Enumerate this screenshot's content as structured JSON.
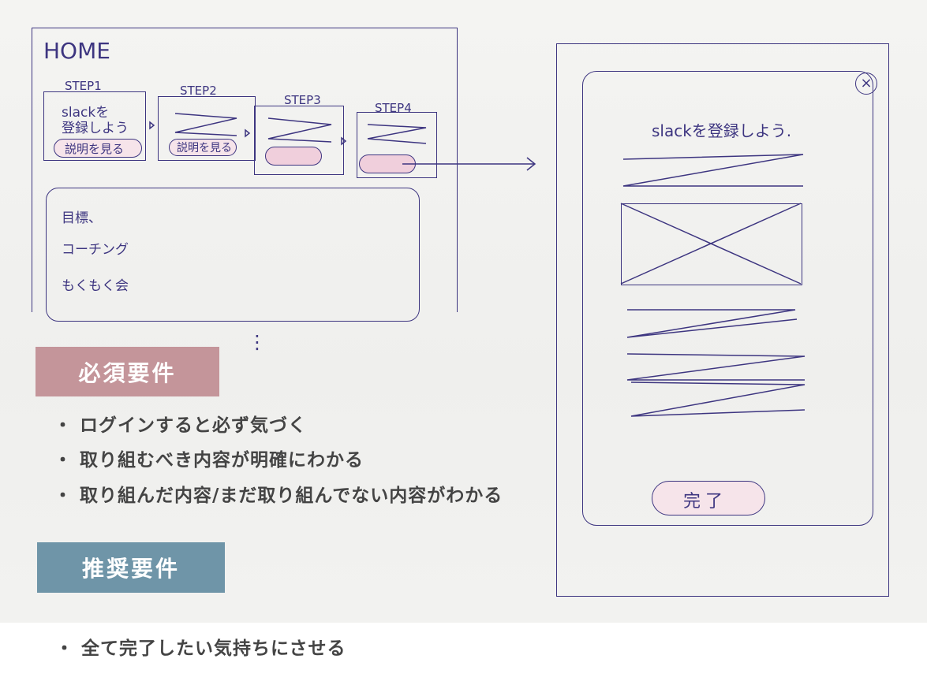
{
  "home_sketch": {
    "title": "HOME",
    "steps": [
      {
        "label": "STEP1",
        "text_line1": "slackを",
        "text_line2": "登録しよう",
        "button": "説明を見る"
      },
      {
        "label": "STEP2",
        "button": "説明を見る"
      },
      {
        "label": "STEP3"
      },
      {
        "label": "STEP4"
      }
    ],
    "info_items": [
      "目標、",
      "コーチング",
      "もくもく会"
    ],
    "ellipsis": "⋮"
  },
  "modal_sketch": {
    "close": "×",
    "title": "slackを登録しよう.",
    "complete_button": "完了"
  },
  "required": {
    "heading": "必須要件",
    "color": "#c4959a",
    "items": [
      "ログインすると必ず気づく",
      "取り組むべき内容が明確にわかる",
      "取り組んだ内容/まだ取り組んでない内容がわかる"
    ]
  },
  "recommended": {
    "heading": "推奨要件",
    "color": "#6f95a8",
    "items": [
      "全て完了したい気持ちにさせる"
    ]
  },
  "bullet_mark": "・"
}
